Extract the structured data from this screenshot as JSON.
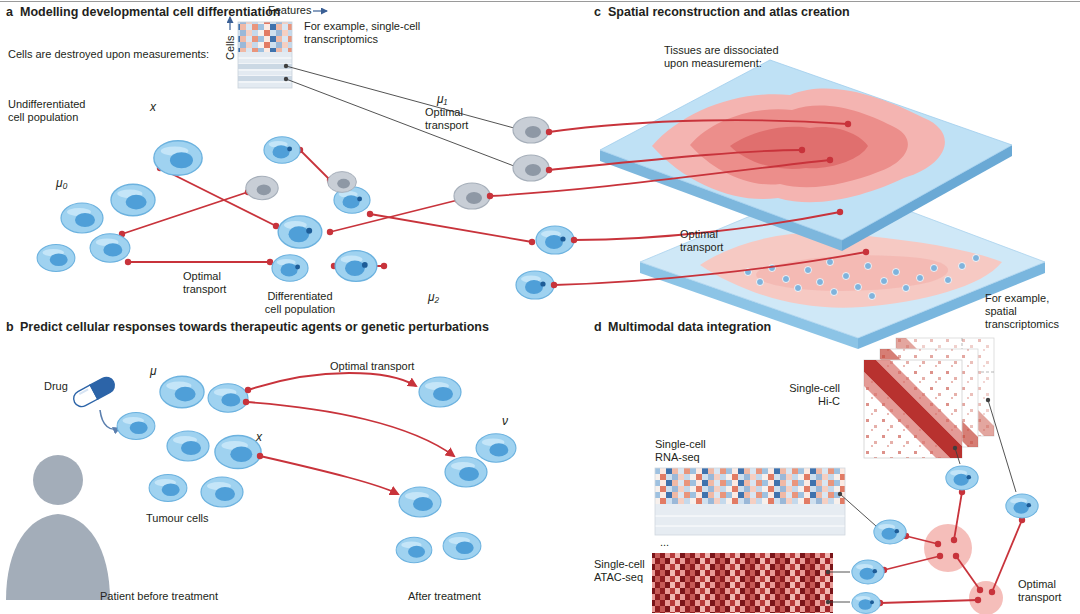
{
  "diagram": {
    "labels": [
      "a",
      "Modelling developmental cell differentiation",
      "Cells are destroyed upon measurements:",
      "Features",
      "Cells",
      "For example, single-cell transcriptomics",
      "x",
      "Undifferentiated cell population",
      "μ₀",
      "μ₁",
      "Optimal transport",
      "Optimal transport",
      "Differentiated cell population",
      "μ₂",
      "c",
      "Spatial reconstruction and atlas creation",
      "Tissues are dissociated upon measurement:",
      "Optimal transport",
      "For example, spatial transcriptomics",
      "b",
      "Predict cellular responses towards therapeutic agents or genetic perturbations",
      "Drug",
      "μ",
      "Optimal transport",
      "ν",
      "x",
      "Tumour cells",
      "Patient before treatment",
      "After treatment",
      "d",
      "Multimodal data integration",
      "Single-cell Hi-C",
      "Single-cell RNA-seq",
      "...",
      "Single-cell ATAC-seq",
      "Optimal transport"
    ]
  }
}
